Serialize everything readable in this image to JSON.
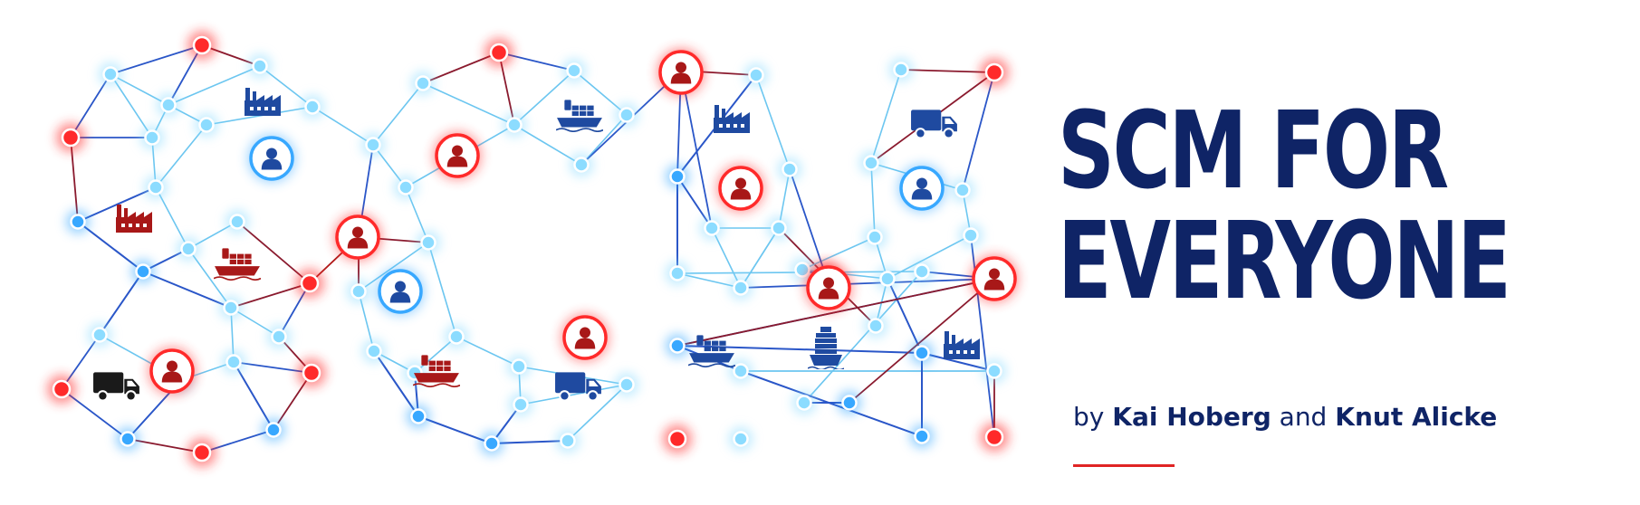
{
  "title": {
    "line1": "SCM FOR",
    "line2": "EVERYONE"
  },
  "byline": {
    "prefix": "by",
    "author1": "Kai Hoberg",
    "conjunction": "and",
    "author2": "Knut Alicke"
  },
  "colors": {
    "navy": "#0f2466",
    "accent_red": "#e02424",
    "node_red": "#ff2a2a",
    "node_blue": "#38a8ff",
    "node_lightblue": "#8cdcff",
    "icon_red": "#a81818",
    "icon_blue": "#1f4aa0",
    "icon_dark": "#1a1a1a"
  },
  "graphic_icons": [
    "factory-icon",
    "ship-icon",
    "truck-icon",
    "person-icon",
    "container-ship-icon"
  ]
}
